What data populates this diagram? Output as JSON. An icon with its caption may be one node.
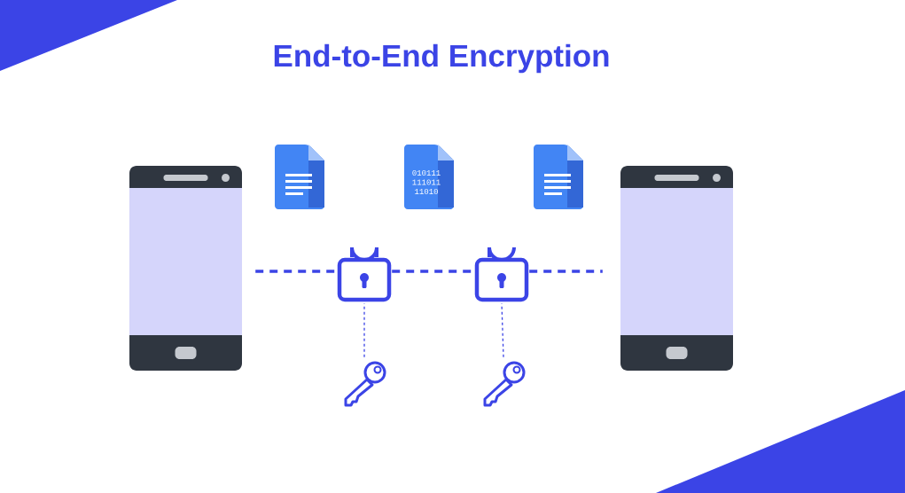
{
  "diagram": {
    "title": "End-to-End Encryption",
    "nodes": [
      {
        "text": [],
        "shape": "phone"
      },
      {
        "text": [],
        "shape": "document"
      },
      {
        "text": [
          "010111 111011 11010"
        ]
      },
      {
        "text": [],
        "shape": "document"
      },
      {
        "text": [],
        "shape": "phone"
      },
      {
        "text": [],
        "shape": "lock"
      },
      {
        "text": [],
        "shape": "lock"
      },
      {
        "text": [],
        "shape": "key"
      },
      {
        "text": [],
        "shape": "key"
      }
    ],
    "edges": [
      {
        "from": 0,
        "to": 5,
        "arrow": "none",
        "style": "dashed"
      },
      {
        "from": 5,
        "to": 6,
        "arrow": "none",
        "style": "dashed"
      },
      {
        "from": 6,
        "to": 4,
        "arrow": "none",
        "style": "dashed"
      },
      {
        "from": 7,
        "to": 5,
        "arrow": "none",
        "style": "dashed"
      },
      {
        "from": 8,
        "to": 6,
        "arrow": "none",
        "style": "dashed"
      }
    ]
  }
}
